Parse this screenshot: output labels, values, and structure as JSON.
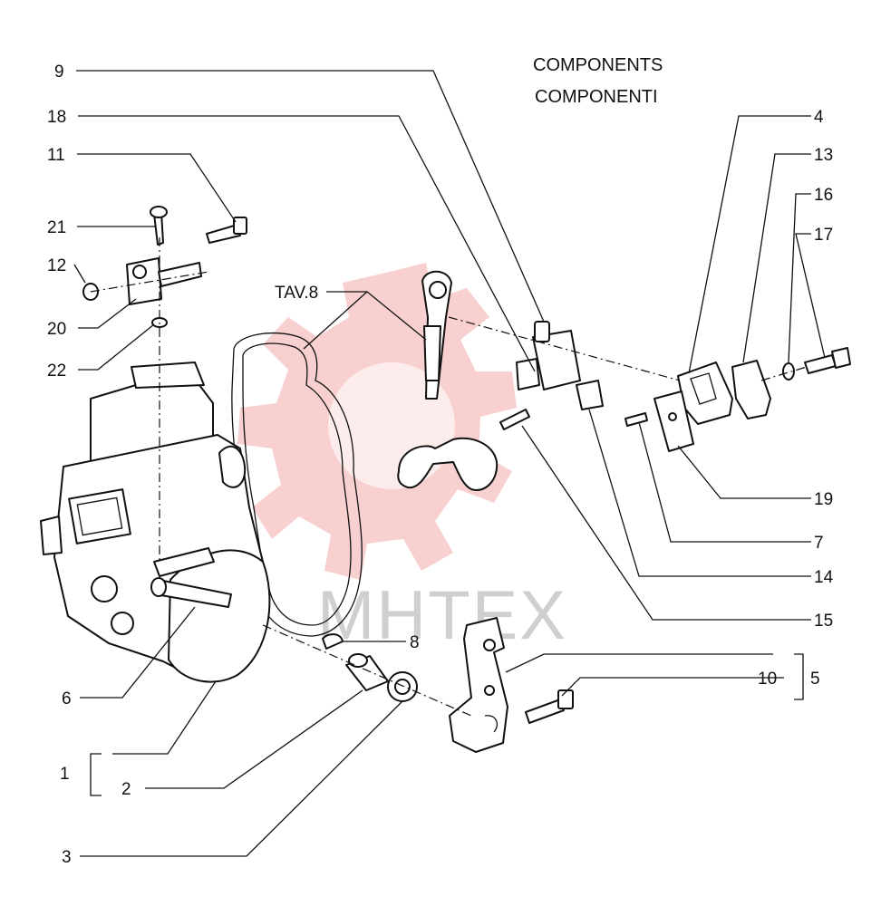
{
  "header": {
    "line1": "COMPONENTS",
    "line2": "COMPONENTI"
  },
  "watermark": {
    "text": "МНТЕХ",
    "color": "#f3a9a9"
  },
  "callouts": {
    "n1": "1",
    "n2": "2",
    "n3": "3",
    "n4": "4",
    "n5": "5",
    "n6": "6",
    "n7": "7",
    "n8": "8",
    "n9": "9",
    "n10": "10",
    "n11": "11",
    "n12": "12",
    "n13": "13",
    "n14": "14",
    "n15": "15",
    "n16": "16",
    "n17": "17",
    "n18": "18",
    "n19": "19",
    "n20": "20",
    "n21": "21",
    "n22": "22",
    "tav": "TAV.8"
  }
}
